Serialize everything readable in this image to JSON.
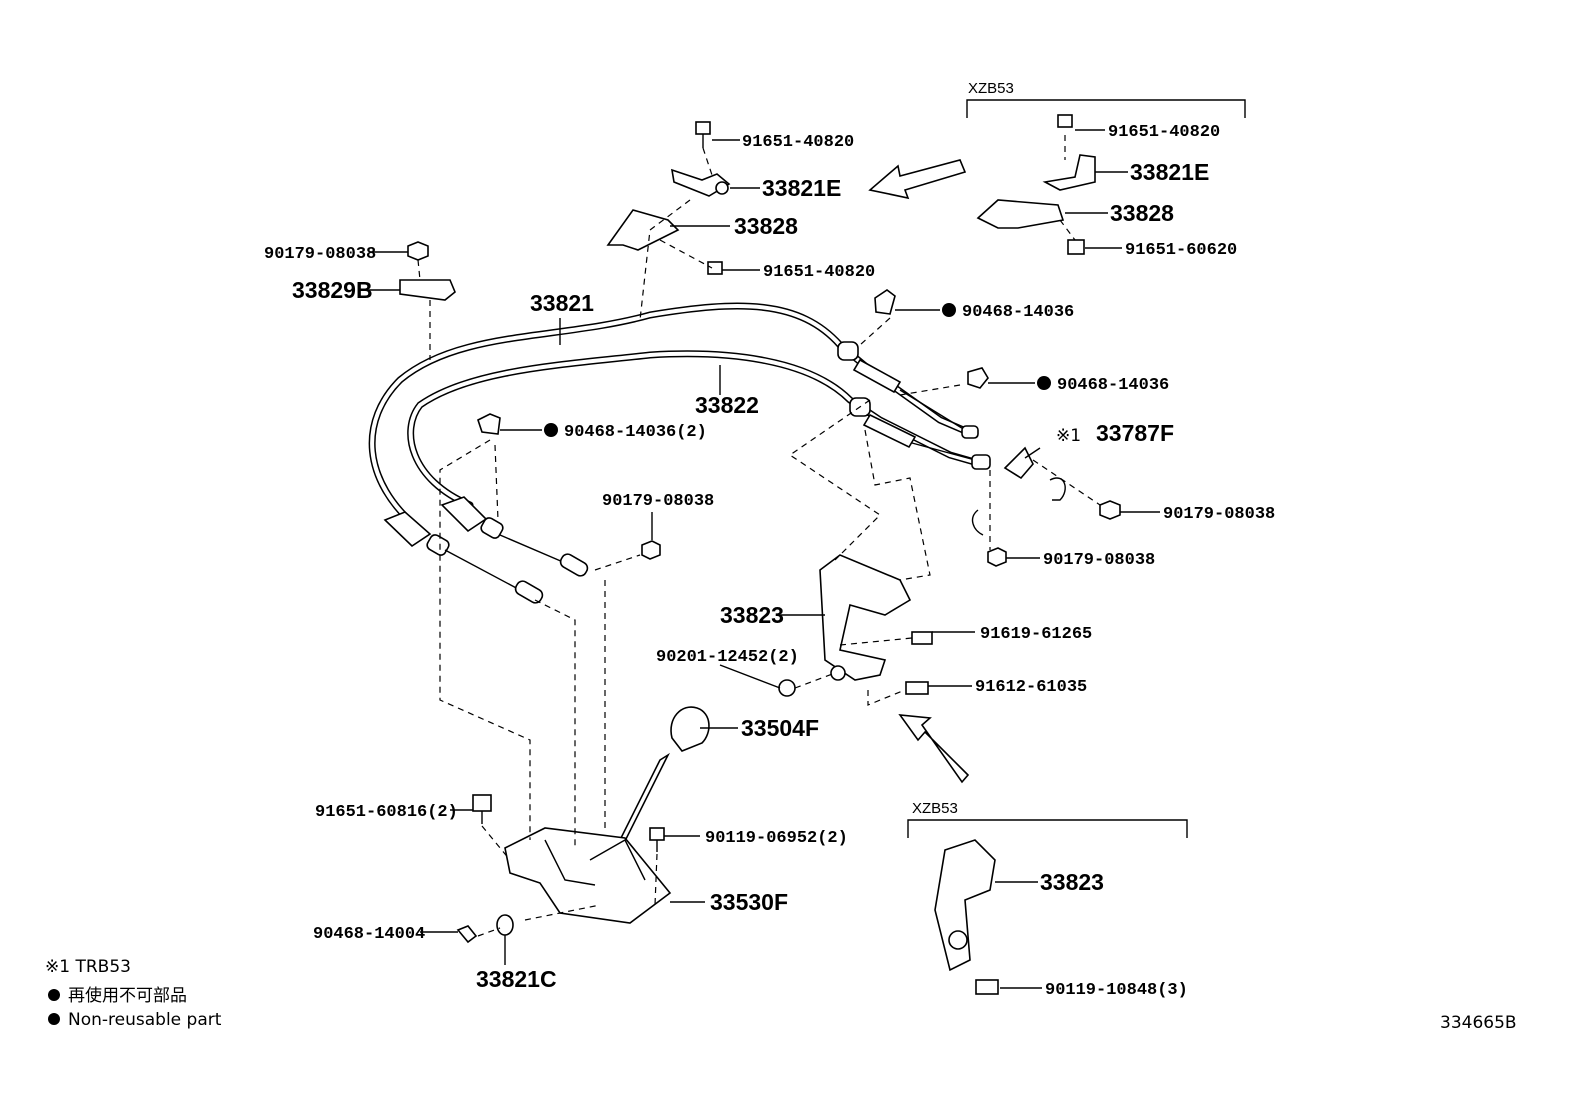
{
  "labels": {
    "p91651_40820_a": "91651-40820",
    "p33821E_a": "33821E",
    "p33828_a": "33828",
    "p91651_40820_b": "91651-40820",
    "p90179_08038_a": "90179-08038",
    "p33829B": "33829B",
    "p33821": "33821",
    "p33822": "33822",
    "p90468_14036_a": "90468-14036",
    "p90468_14036_b": "90468-14036",
    "p90468_14036_2": "90468-14036(2)",
    "p33787F": "33787F",
    "p90179_08038_b": "90179-08038",
    "p90179_08038_c": "90179-08038",
    "p90179_08038_d": "90179-08038",
    "p33823_a": "33823",
    "p91619_61265": "91619-61265",
    "p90201_12452": "90201-12452(2)",
    "p91612_61035": "91612-61035",
    "p33504F": "33504F",
    "p91651_60816": "91651-60816(2)",
    "p90119_06952": "90119-06952(2)",
    "p33530F": "33530F",
    "p90468_14004": "90468-14004",
    "p33821C": "33821C",
    "xzb53_top": "XZB53",
    "p91651_40820_c": "91651-40820",
    "p33821E_b": "33821E",
    "p33828_b": "33828",
    "p91651_60620": "91651-60620",
    "xzb53_bottom": "XZB53",
    "p33823_b": "33823",
    "p90119_10848": "90119-10848(3)",
    "note_mark": "※1",
    "legend_note": "※1 TRB53",
    "legend_jp": "再使用不可部品",
    "legend_en": "Non-reusable part",
    "diagram_id": "334665B"
  }
}
